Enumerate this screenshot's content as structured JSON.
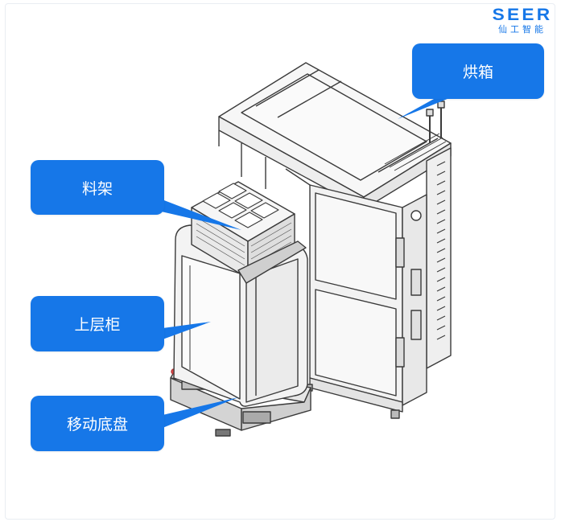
{
  "logo": {
    "mark": "SEER",
    "sub": "仙工智能"
  },
  "labels": {
    "oven": "烘箱",
    "rack": "料架",
    "upper_cabinet": "上层柜",
    "chassis": "移动底盘"
  },
  "colors": {
    "accent": "#1677e8",
    "line": "#3a3a3a",
    "panel": "#f4f4f4"
  }
}
